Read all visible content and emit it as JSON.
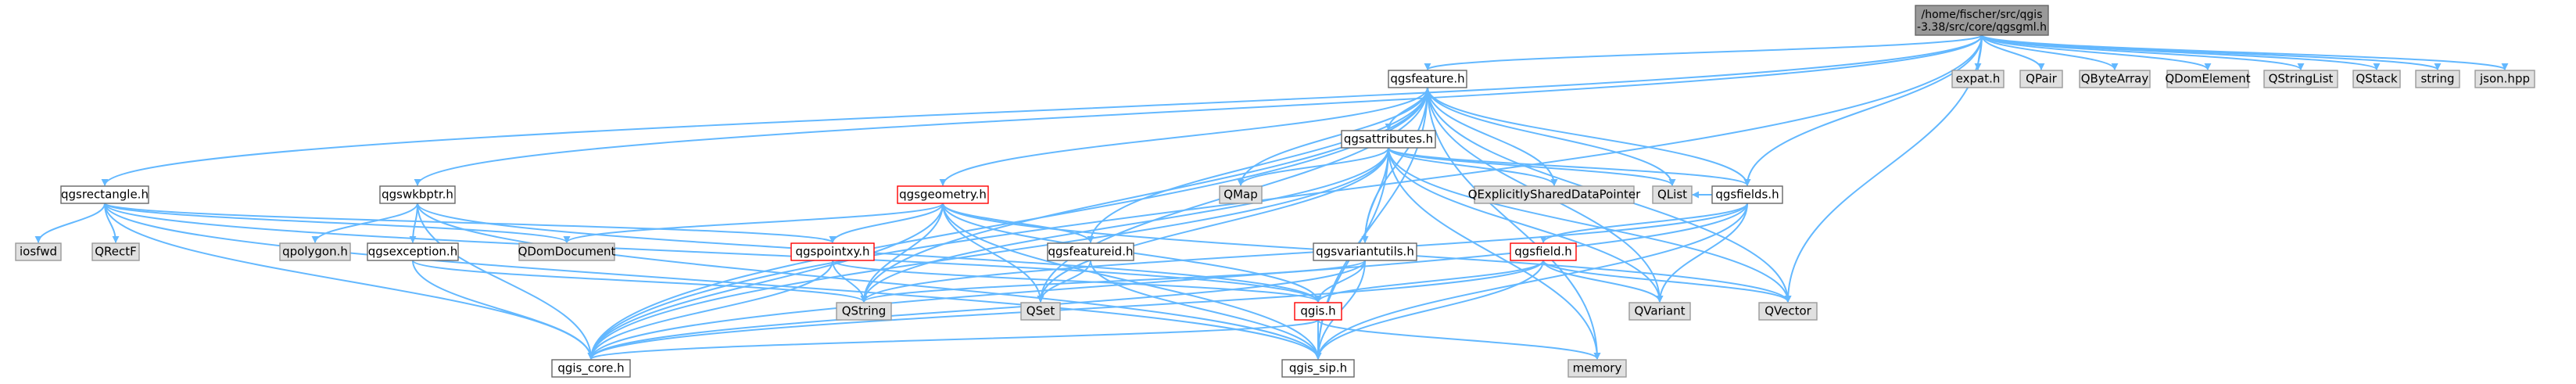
{
  "colors": {
    "edge": "#63b8ff",
    "root_fill": "#999999",
    "normal_fill": "#ffffff",
    "normal_border": "#666666",
    "highlight_border": "#ff0000",
    "external_fill": "#e0e0e0",
    "external_border": "#999999"
  },
  "nodes": [
    {
      "id": "root",
      "kind": "root",
      "lines": [
        "/home/fischer/src/qgis",
        "-3.38/src/core/qgsgml.h"
      ]
    },
    {
      "id": "qgsfeature",
      "kind": "normal",
      "lines": [
        "qgsfeature.h"
      ]
    },
    {
      "id": "expat",
      "kind": "external",
      "lines": [
        "expat.h"
      ]
    },
    {
      "id": "qpair",
      "kind": "external",
      "lines": [
        "QPair"
      ]
    },
    {
      "id": "qbytearray",
      "kind": "external",
      "lines": [
        "QByteArray"
      ]
    },
    {
      "id": "qdomelement",
      "kind": "external",
      "lines": [
        "QDomElement"
      ]
    },
    {
      "id": "qstringlist",
      "kind": "external",
      "lines": [
        "QStringList"
      ]
    },
    {
      "id": "qstack",
      "kind": "external",
      "lines": [
        "QStack"
      ]
    },
    {
      "id": "string",
      "kind": "external",
      "lines": [
        "string"
      ]
    },
    {
      "id": "jsonhpp",
      "kind": "external",
      "lines": [
        "json.hpp"
      ]
    },
    {
      "id": "qgsattributes",
      "kind": "normal",
      "lines": [
        "qgsattributes.h"
      ]
    },
    {
      "id": "qgsrectangle",
      "kind": "normal",
      "lines": [
        "qgsrectangle.h"
      ]
    },
    {
      "id": "qgswkbptr",
      "kind": "normal",
      "lines": [
        "qgswkbptr.h"
      ]
    },
    {
      "id": "qmap",
      "kind": "external",
      "lines": [
        "QMap"
      ]
    },
    {
      "id": "qexplicitly",
      "kind": "external",
      "lines": [
        "QExplicitlySharedDataPointer"
      ]
    },
    {
      "id": "qlist",
      "kind": "external",
      "lines": [
        "QList"
      ]
    },
    {
      "id": "qgsfields",
      "kind": "normal",
      "lines": [
        "qgsfields.h"
      ]
    },
    {
      "id": "qgsgeometry",
      "kind": "highlight",
      "lines": [
        "qgsgeometry.h"
      ]
    },
    {
      "id": "iosfwd",
      "kind": "external",
      "lines": [
        "iosfwd"
      ]
    },
    {
      "id": "qrectf",
      "kind": "external",
      "lines": [
        "QRectF"
      ]
    },
    {
      "id": "qpolygon",
      "kind": "external",
      "lines": [
        "qpolygon.h"
      ]
    },
    {
      "id": "qgsexception",
      "kind": "normal",
      "lines": [
        "qgsexception.h"
      ]
    },
    {
      "id": "qdomdocument",
      "kind": "external",
      "lines": [
        "QDomDocument"
      ]
    },
    {
      "id": "qgspointxy",
      "kind": "highlight",
      "lines": [
        "qgspointxy.h"
      ]
    },
    {
      "id": "qgsfeatureid",
      "kind": "normal",
      "lines": [
        "qgsfeatureid.h"
      ]
    },
    {
      "id": "qgsvariantutils",
      "kind": "normal",
      "lines": [
        "qgsvariantutils.h"
      ]
    },
    {
      "id": "qgsfield",
      "kind": "highlight",
      "lines": [
        "qgsfield.h"
      ]
    },
    {
      "id": "qstring",
      "kind": "external",
      "lines": [
        "QString"
      ]
    },
    {
      "id": "qset",
      "kind": "external",
      "lines": [
        "QSet"
      ]
    },
    {
      "id": "qgis",
      "kind": "highlight",
      "lines": [
        "qgis.h"
      ]
    },
    {
      "id": "qvariant",
      "kind": "external",
      "lines": [
        "QVariant"
      ]
    },
    {
      "id": "qvector",
      "kind": "external",
      "lines": [
        "QVector"
      ]
    },
    {
      "id": "qgis_core",
      "kind": "normal",
      "lines": [
        "qgis_core.h"
      ]
    },
    {
      "id": "qgis_sip",
      "kind": "normal",
      "lines": [
        "qgis_sip.h"
      ]
    },
    {
      "id": "memory",
      "kind": "external",
      "lines": [
        "memory"
      ]
    }
  ],
  "edges": [
    [
      "root",
      "qgsfeature"
    ],
    [
      "root",
      "expat"
    ],
    [
      "root",
      "qpair"
    ],
    [
      "root",
      "qbytearray"
    ],
    [
      "root",
      "qdomelement"
    ],
    [
      "root",
      "qstringlist"
    ],
    [
      "root",
      "qstack"
    ],
    [
      "root",
      "string"
    ],
    [
      "root",
      "jsonhpp"
    ],
    [
      "root",
      "qgsrectangle"
    ],
    [
      "root",
      "qgswkbptr"
    ],
    [
      "root",
      "qgsfields"
    ],
    [
      "root",
      "qvector"
    ],
    [
      "root",
      "qgis_core"
    ],
    [
      "qgsfeature",
      "qgsattributes"
    ],
    [
      "qgsfeature",
      "qmap"
    ],
    [
      "qgsfeature",
      "qexplicitly"
    ],
    [
      "qgsfeature",
      "qlist"
    ],
    [
      "qgsfeature",
      "qgsfields"
    ],
    [
      "qgsfeature",
      "qgsgeometry"
    ],
    [
      "qgsfeature",
      "qgsfeatureid"
    ],
    [
      "qgsfeature",
      "qvariant"
    ],
    [
      "qgsfeature",
      "qvector"
    ],
    [
      "qgsfeature",
      "qset"
    ],
    [
      "qgsfeature",
      "qstring"
    ],
    [
      "qgsfeature",
      "qgis_core"
    ],
    [
      "qgsfeature",
      "qgis_sip"
    ],
    [
      "qgsfeature",
      "memory"
    ],
    [
      "qgsfeature",
      "qgsvariantutils"
    ],
    [
      "qgsattributes",
      "qmap"
    ],
    [
      "qgsattributes",
      "qexplicitly"
    ],
    [
      "qgsattributes",
      "qlist"
    ],
    [
      "qgsattributes",
      "qgsfields"
    ],
    [
      "qgsattributes",
      "qgsvariantutils"
    ],
    [
      "qgsattributes",
      "qgis_core"
    ],
    [
      "qgsattributes",
      "qgis_sip"
    ],
    [
      "qgsattributes",
      "qset"
    ],
    [
      "qgsattributes",
      "qstring"
    ],
    [
      "qgsattributes",
      "qvariant"
    ],
    [
      "qgsattributes",
      "qvector"
    ],
    [
      "qgsattributes",
      "memory"
    ],
    [
      "qgsrectangle",
      "iosfwd"
    ],
    [
      "qgsrectangle",
      "qrectf"
    ],
    [
      "qgsrectangle",
      "qdomdocument"
    ],
    [
      "qgsrectangle",
      "qgspointxy"
    ],
    [
      "qgsrectangle",
      "qgis"
    ],
    [
      "qgsrectangle",
      "qgis_core"
    ],
    [
      "qgsrectangle",
      "qgis_sip"
    ],
    [
      "qgswkbptr",
      "qpolygon"
    ],
    [
      "qgswkbptr",
      "qgsexception"
    ],
    [
      "qgswkbptr",
      "qgis_core"
    ],
    [
      "qgswkbptr",
      "qgis"
    ],
    [
      "qgswkbptr",
      "qgis_sip"
    ],
    [
      "qgsfields",
      "qgsfield"
    ],
    [
      "qgsfields",
      "qgis_core"
    ],
    [
      "qgsfields",
      "qgis_sip"
    ],
    [
      "qgsfields",
      "qlist"
    ],
    [
      "qgsfields",
      "qstring"
    ],
    [
      "qgsfields",
      "qvariant"
    ],
    [
      "qgsgeometry",
      "qdomdocument"
    ],
    [
      "qgsgeometry",
      "qgspointxy"
    ],
    [
      "qgsgeometry",
      "qgsfeatureid"
    ],
    [
      "qgsgeometry",
      "qset"
    ],
    [
      "qgsgeometry",
      "qstring"
    ],
    [
      "qgsgeometry",
      "qgis"
    ],
    [
      "qgsgeometry",
      "qgis_core"
    ],
    [
      "qgsgeometry",
      "qgis_sip"
    ],
    [
      "qgsgeometry",
      "qvector"
    ],
    [
      "qgsexception",
      "qstring"
    ],
    [
      "qgsexception",
      "qgis_core"
    ],
    [
      "qgspointxy",
      "qgis"
    ],
    [
      "qgspointxy",
      "qstring"
    ],
    [
      "qgspointxy",
      "qgis_core"
    ],
    [
      "qgsfeatureid",
      "qset"
    ],
    [
      "qgsfeatureid",
      "qgis_sip"
    ],
    [
      "qgsvariantutils",
      "qgis"
    ],
    [
      "qgsvariantutils",
      "qgis_core"
    ],
    [
      "qgsvariantutils",
      "qgis_sip"
    ],
    [
      "qgsvariantutils",
      "qstring"
    ],
    [
      "qgsfield",
      "qgis"
    ],
    [
      "qgsfield",
      "qvariant"
    ],
    [
      "qgsfield",
      "qvector"
    ],
    [
      "qgsfield",
      "qgis_core"
    ],
    [
      "qgsfield",
      "qgis_sip"
    ],
    [
      "qgis",
      "qgis_core"
    ],
    [
      "qgis",
      "qgis_sip"
    ],
    [
      "qgis",
      "memory"
    ]
  ]
}
